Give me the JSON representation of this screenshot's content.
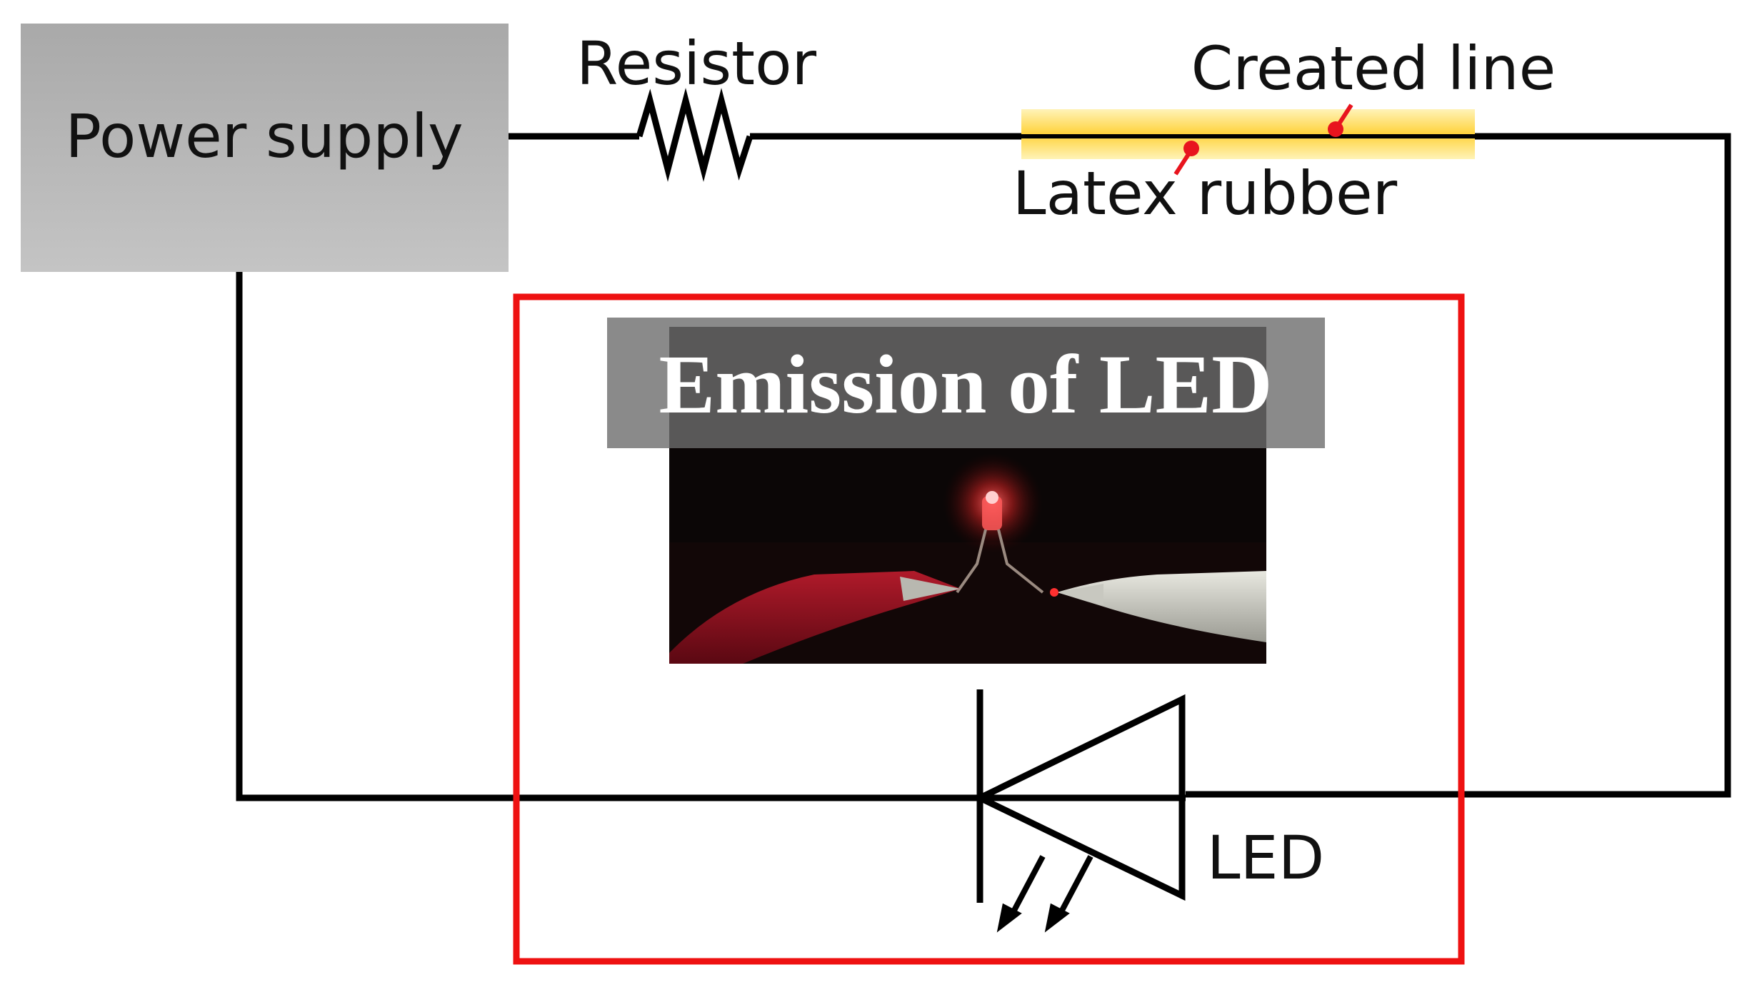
{
  "labels": {
    "power_supply": "Power supply",
    "resistor": "Resistor",
    "created_line": "Created line",
    "latex_rubber": "Latex rubber",
    "led": "LED",
    "emission_title": "Emission of LED"
  },
  "colors": {
    "wire": "#000000",
    "power_box": "#b8b8b8",
    "highlight_box": "#ee1111",
    "rubber_strip": "#ffe27a",
    "pointer": "#e8141e",
    "photo_background": "#0b0606",
    "led_glow": "#ff3a3a",
    "red_clip": "#8a1020",
    "white_clip": "#d8d8d0"
  },
  "icons": [
    "resistor-symbol",
    "led-diode-symbol",
    "light-emission-arrows",
    "led-photo"
  ]
}
